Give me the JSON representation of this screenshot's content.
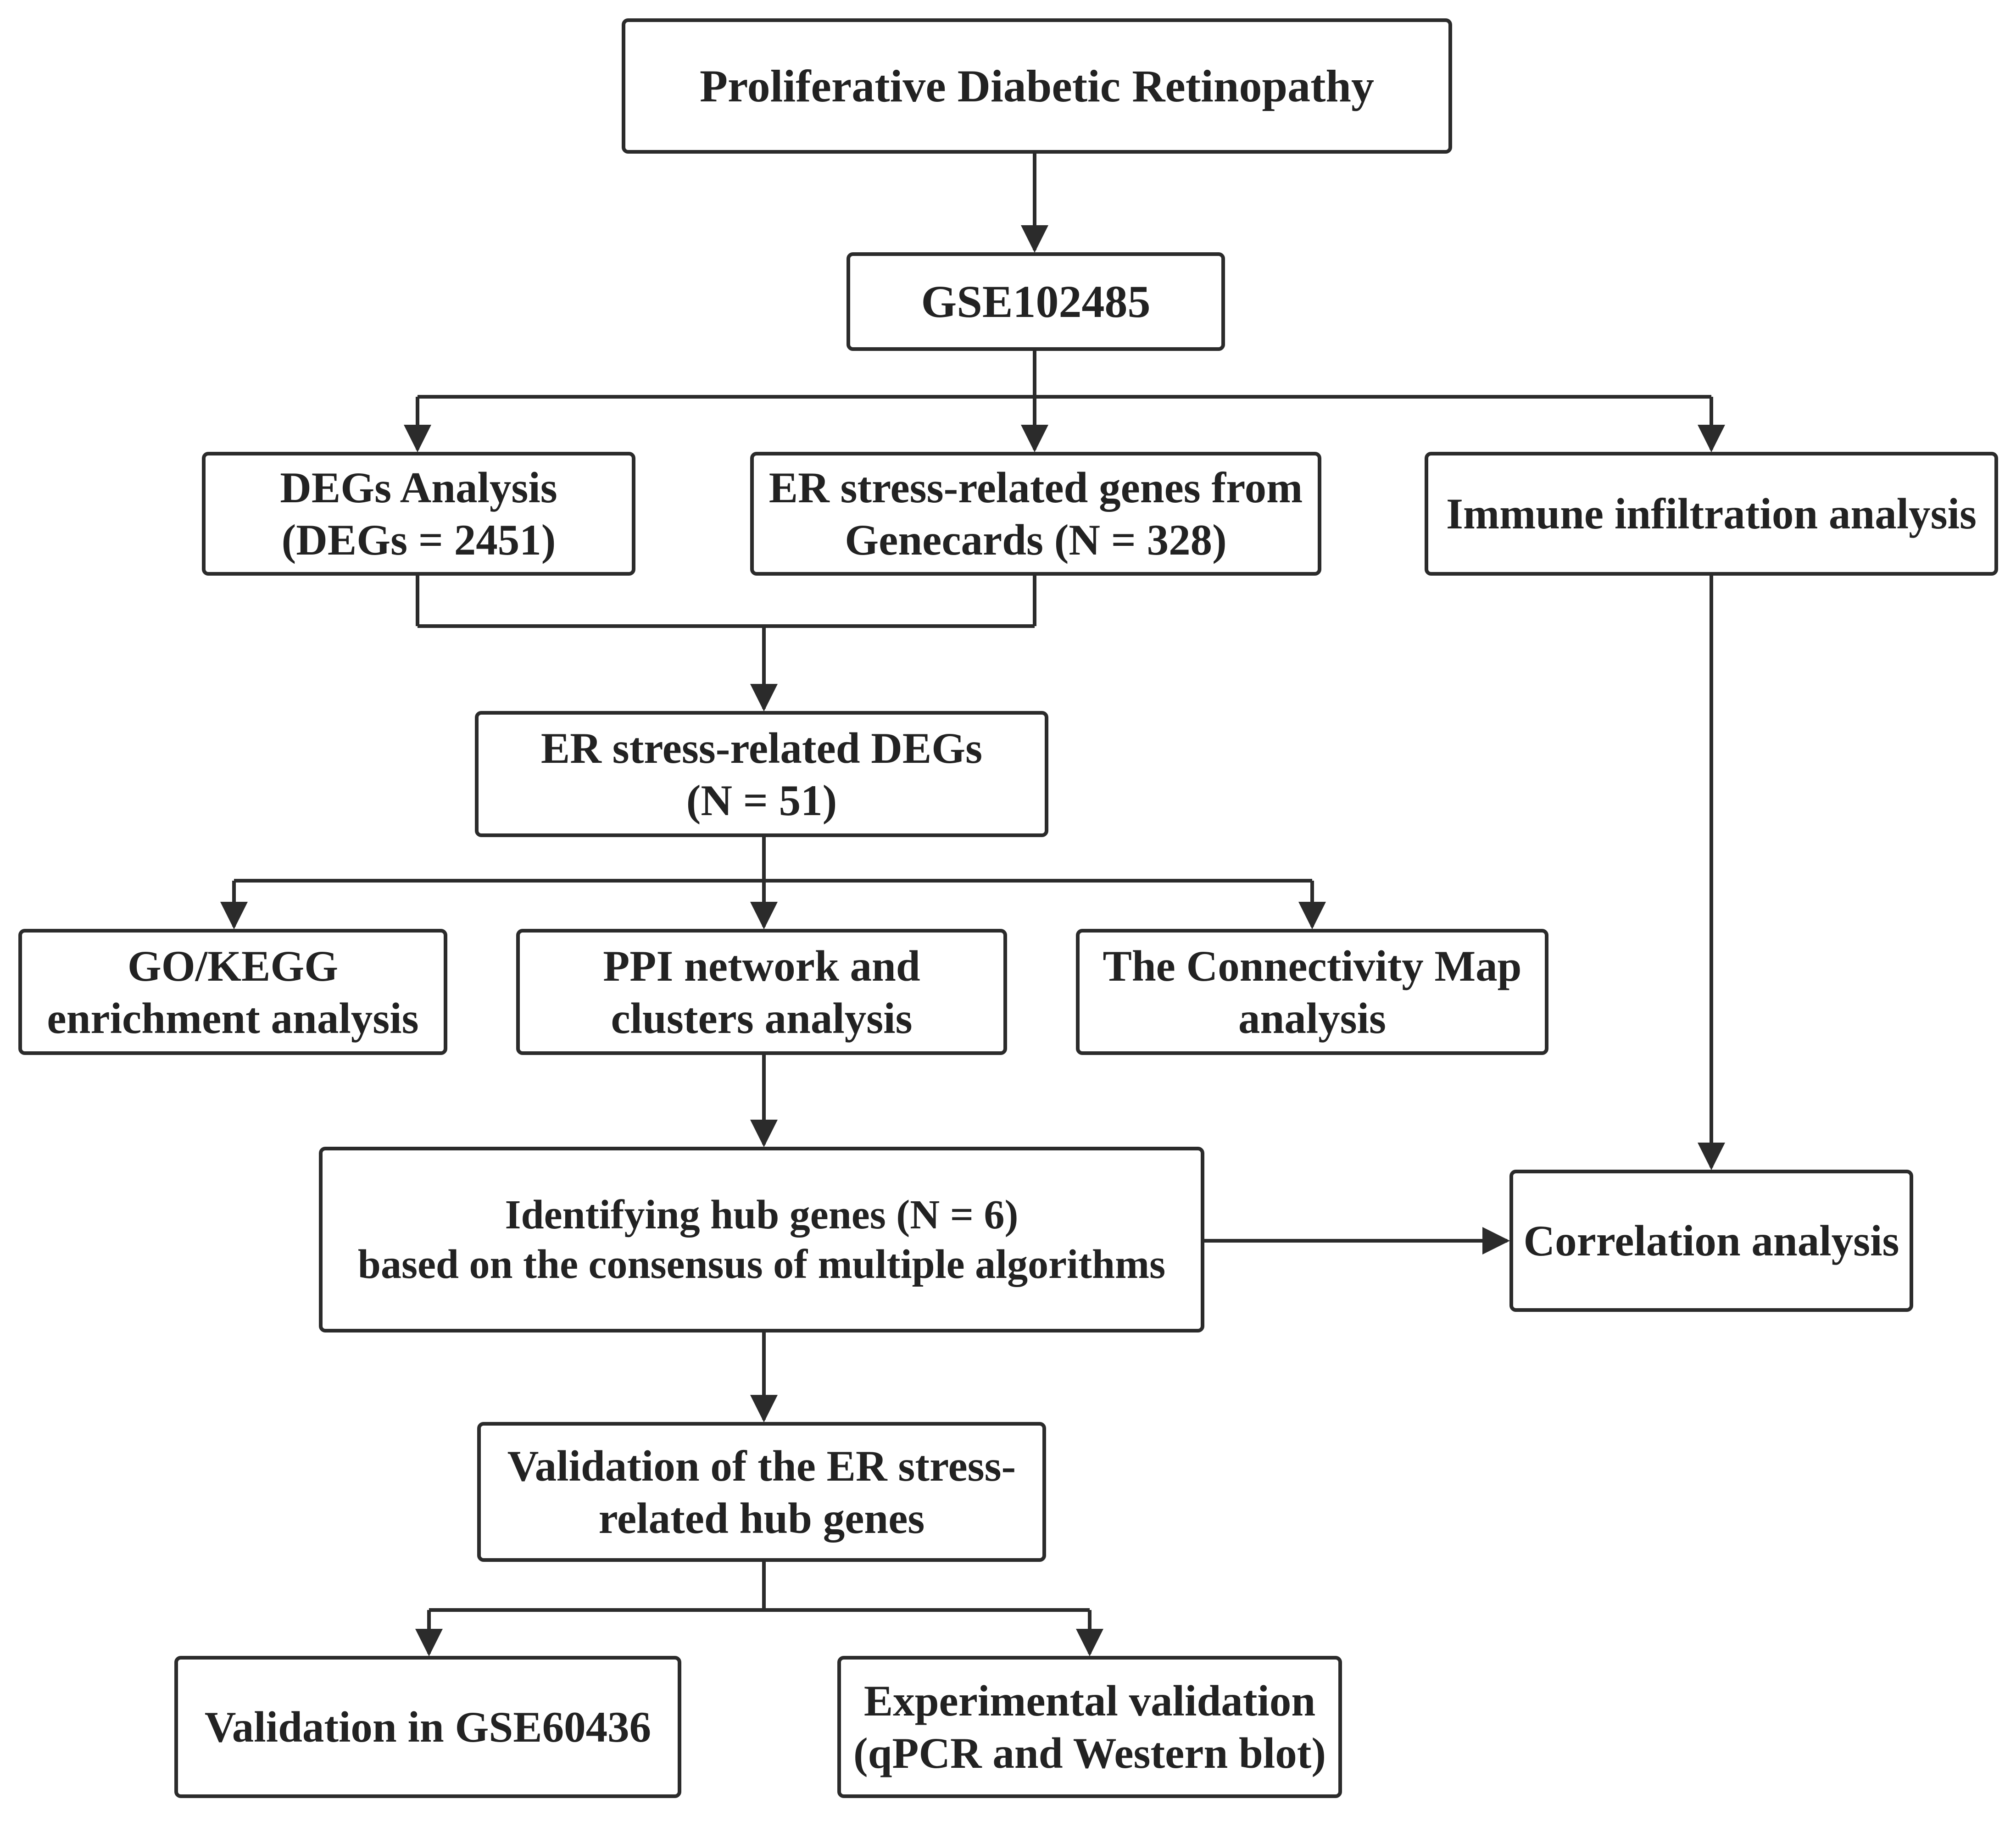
{
  "nodes": {
    "pdr": [
      "Proliferative Diabetic Retinopathy"
    ],
    "gse": [
      "GSE102485"
    ],
    "degs": [
      "DEGs Analysis",
      "(DEGs = 2451)"
    ],
    "er_genes": [
      "ER stress-related genes from",
      "Genecards (N = 328)"
    ],
    "immune": [
      "Immune infiltration analysis"
    ],
    "er_degs": [
      "ER stress-related DEGs",
      "(N = 51)"
    ],
    "go_kegg": [
      "GO/KEGG",
      "enrichment analysis"
    ],
    "ppi": [
      "PPI network and",
      "clusters analysis"
    ],
    "cmap": [
      "The Connectivity Map",
      "analysis"
    ],
    "hub": [
      "Identifying hub genes (N = 6)",
      "based on the consensus of multiple algorithms"
    ],
    "correlation": [
      "Correlation analysis"
    ],
    "validation": [
      "Validation of the ER stress-",
      "related hub genes"
    ],
    "gse60436": [
      "Validation in GSE60436"
    ],
    "experimental": [
      "Experimental validation",
      "(qPCR and Western blot)"
    ]
  },
  "colors": {
    "line": "#2b2b2b",
    "text": "#222222",
    "box_fill": "#ffffff"
  }
}
